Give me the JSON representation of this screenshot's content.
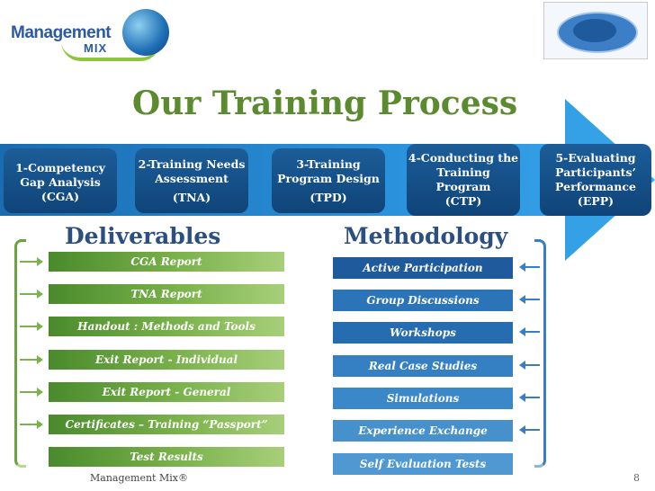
{
  "logo": {
    "word1": "Management",
    "word2": "MIX"
  },
  "title": "Our Training Process",
  "steps": [
    {
      "lines": [
        "1-Competency",
        "Gap Analysis"
      ],
      "abbr": "(CGA)"
    },
    {
      "lines": [
        "2-Training Needs",
        "Assessment"
      ],
      "abbr": "(TNA)"
    },
    {
      "lines": [
        "3-Training",
        "Program Design"
      ],
      "abbr": "(TPD)"
    },
    {
      "lines": [
        "4-Conducting the",
        "Training",
        "Program"
      ],
      "abbr": "(CTP)"
    },
    {
      "lines": [
        "5-Evaluating",
        "Participants’",
        "Performance"
      ],
      "abbr": "(EPP)"
    }
  ],
  "deliverables": {
    "heading": "Deliverables",
    "items": [
      "CGA Report",
      "TNA Report",
      "Handout : Methods and Tools",
      "Exit Report  - Individual",
      "Exit Report  - General",
      "Certificates – Training “Passport”",
      "Test Results"
    ]
  },
  "methodology": {
    "heading": "Methodology",
    "items": [
      "Active Participation",
      "Group Discussions",
      "Workshops",
      "Real Case Studies",
      "Simulations",
      "Experience Exchange",
      "Self Evaluation Tests"
    ]
  },
  "footer": {
    "brand": "Management Mix®",
    "page": "8"
  },
  "colors": {
    "green": "#5c8a2f",
    "navy": "#1c5d99",
    "blue": "#2c74b8",
    "arrow": "#1f8fd6"
  }
}
